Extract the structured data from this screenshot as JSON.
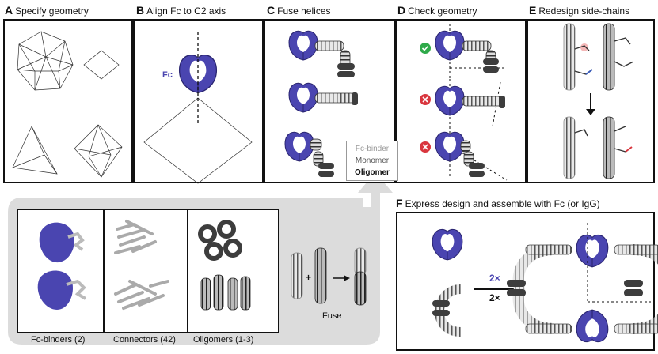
{
  "panels": {
    "a": {
      "letter": "A",
      "title": "Specify geometry"
    },
    "b": {
      "letter": "B",
      "title": "Align Fc to C2 axis",
      "fc_label": "Fc"
    },
    "c": {
      "letter": "C",
      "title": "Fuse helices"
    },
    "d": {
      "letter": "D",
      "title": "Check geometry"
    },
    "e": {
      "letter": "E",
      "title": "Redesign side-chains"
    },
    "f": {
      "letter": "F",
      "title": "Express design and assemble with Fc (or IgG)",
      "top_multiplier": "2×",
      "bottom_multiplier": "2×"
    }
  },
  "legend": {
    "fc_binder": "Fc-binder",
    "monomer": "Monomer",
    "oligomer": "Oligomer"
  },
  "library": {
    "columns": [
      "Fc-binders (2)",
      "Connectors (42)",
      "Oligomers (1-3)"
    ],
    "fuse_label": "Fuse",
    "plus": "+",
    "arrow": "→"
  },
  "colors": {
    "fc_blue": "#4a45b0",
    "monomer_gray": "#bdbdbd",
    "oligomer_dark": "#3d3d3d",
    "check_green": "#2faa4a",
    "cross_red": "#d9363e",
    "gray_panel": "#dcdcdc"
  }
}
